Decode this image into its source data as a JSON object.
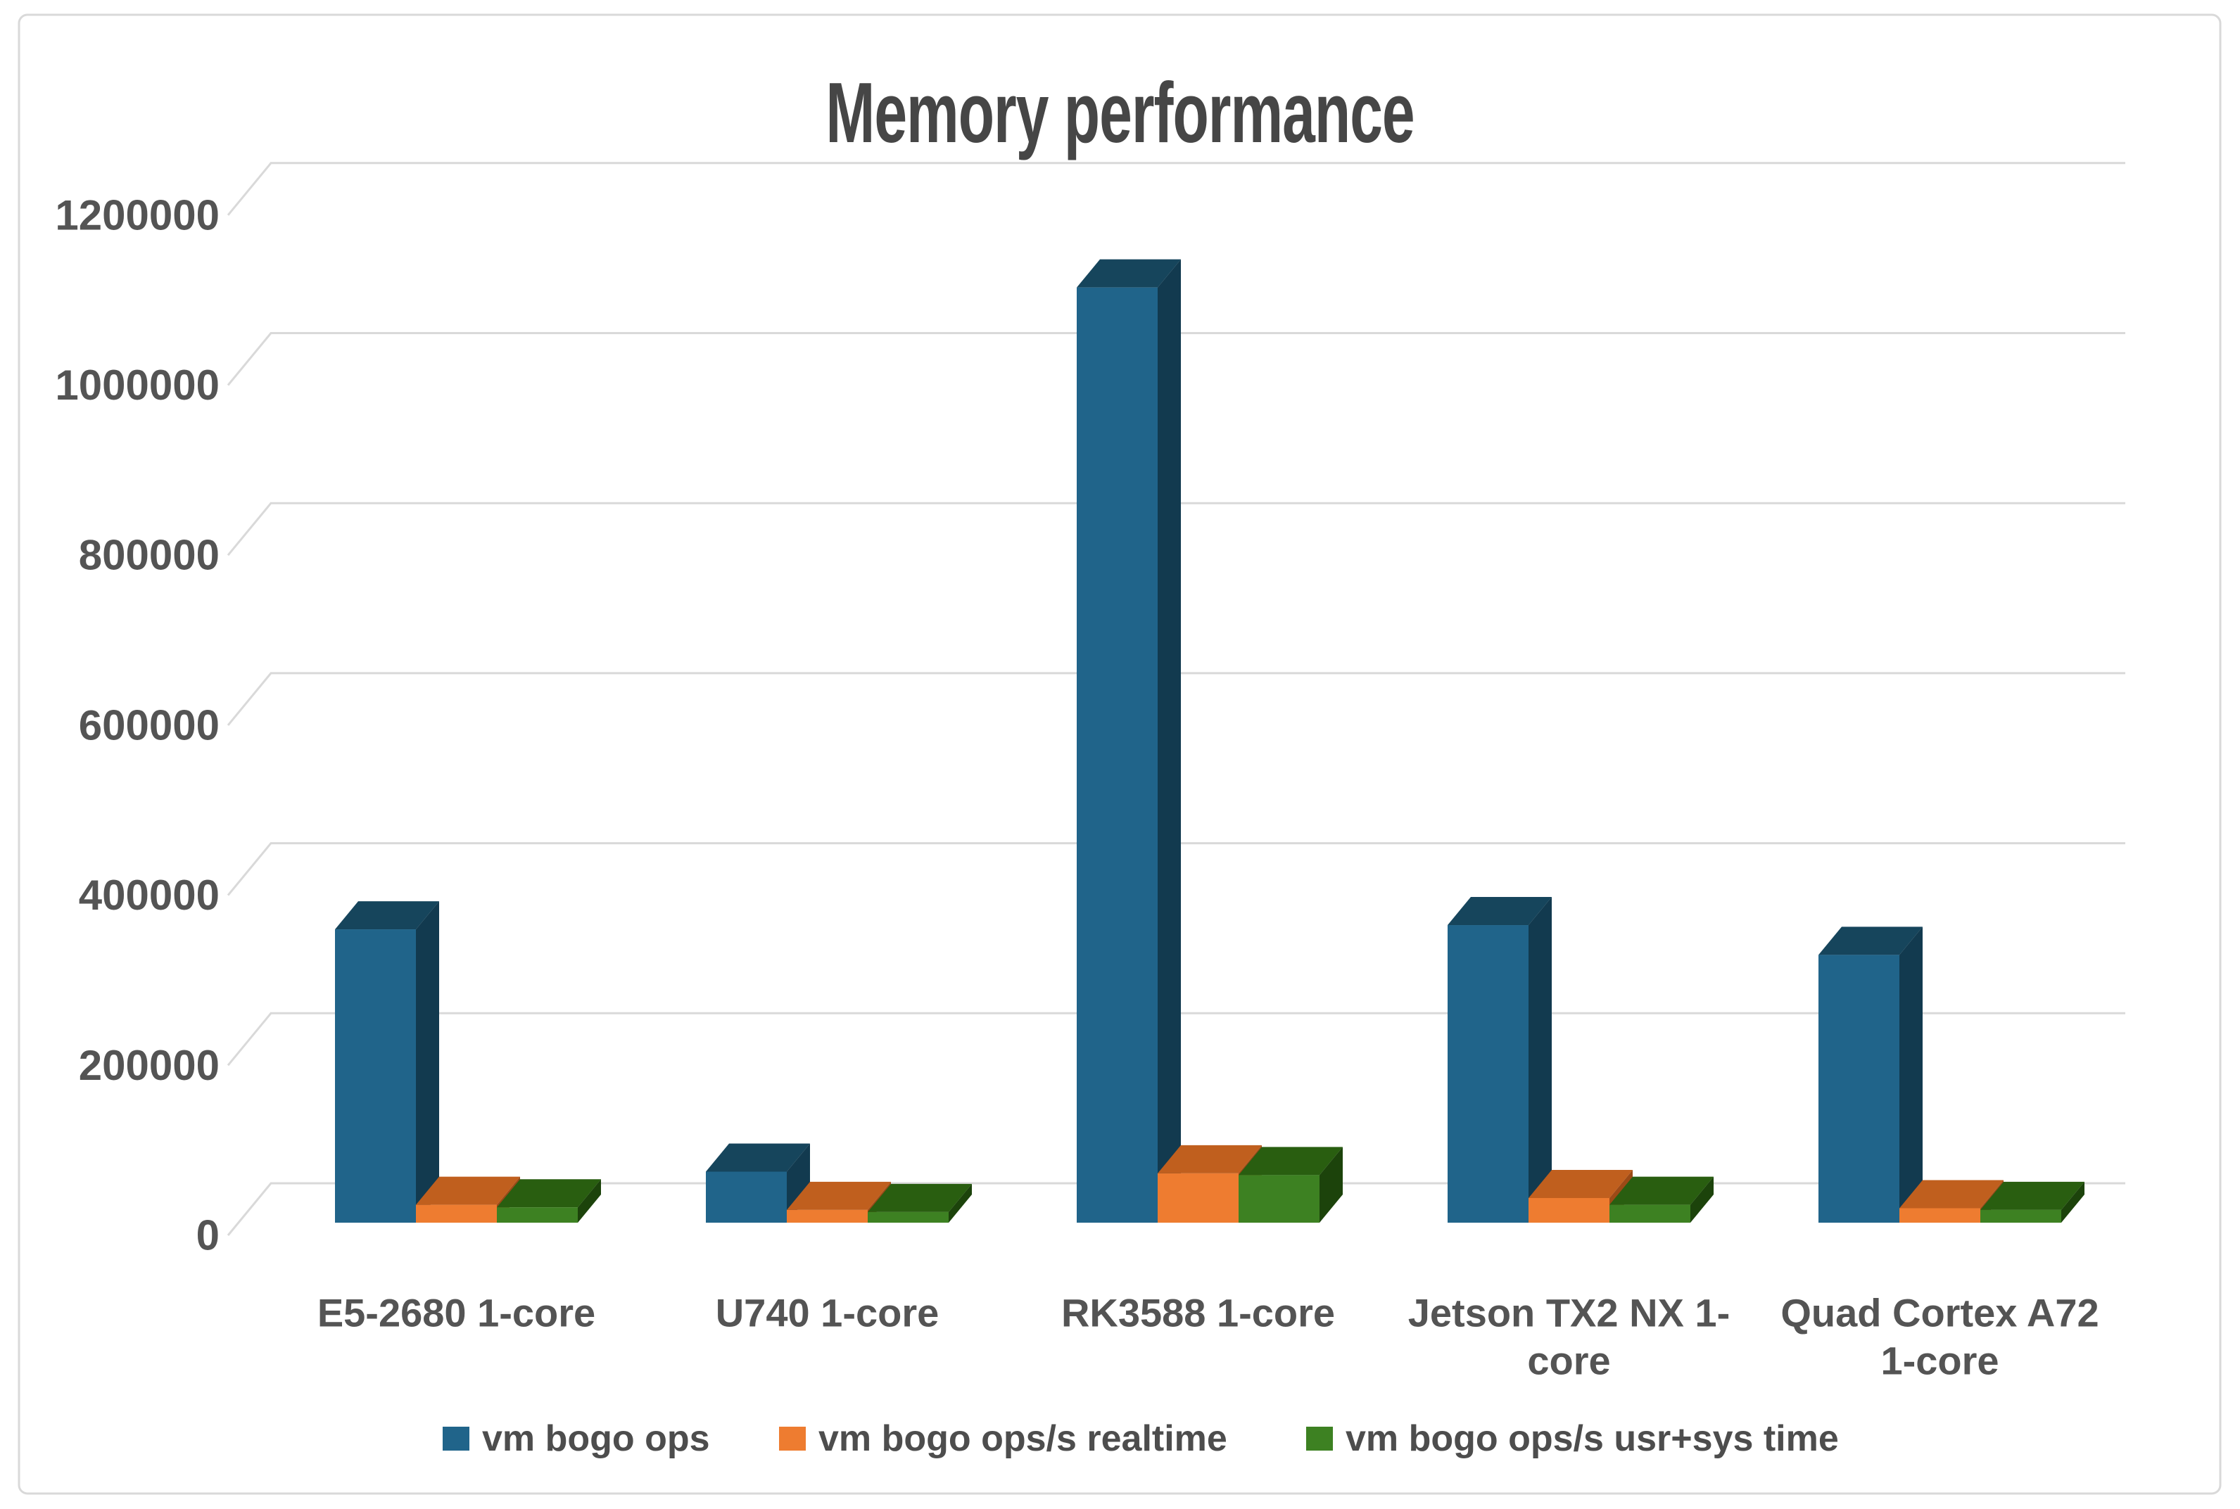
{
  "chart_data": {
    "type": "bar",
    "variant": "3d-clustered-column",
    "title": "Memory performance",
    "categories": [
      "E5-2680 1-core",
      "U740 1-core",
      "RK3588 1-core",
      "Jetson TX2 NX 1-core",
      "Quad Cortex A72 1-core"
    ],
    "category_lines": [
      [
        "E5-2680 1-core"
      ],
      [
        "U740 1-core"
      ],
      [
        "RK3588 1-core"
      ],
      [
        "Jetson TX2 NX 1-",
        "core"
      ],
      [
        "Quad Cortex A72",
        "1-core"
      ]
    ],
    "series": [
      {
        "name": "vm bogo ops",
        "values": [
          345000,
          60000,
          1100000,
          350000,
          315000
        ],
        "color": "#20648A",
        "color_top": "#16455C",
        "color_side": "#123A4F"
      },
      {
        "name": "vm bogo ops/s realtime",
        "values": [
          21000,
          15000,
          58000,
          29000,
          17000
        ],
        "color": "#EE7C30",
        "color_top": "#C05F1E",
        "color_side": "#9C4A16"
      },
      {
        "name": "vm bogo ops/s usr+sys time",
        "values": [
          18000,
          12500,
          56000,
          21000,
          15000
        ],
        "color": "#3D8122",
        "color_top": "#295E10",
        "color_side": "#1C430B"
      }
    ],
    "ylabel": "",
    "xlabel": "",
    "ylim": [
      0,
      1200000
    ],
    "ytick_step": 200000,
    "yticks": [
      "0",
      "200000",
      "400000",
      "600000",
      "800000",
      "1000000",
      "1200000"
    ],
    "grid": true,
    "legend_position": "bottom",
    "colors": {
      "grid": "#D9D9D9",
      "border": "#D9D9D9",
      "tick_text": "#545454",
      "title_text": "#464646",
      "background": "#FFFFFF"
    }
  }
}
